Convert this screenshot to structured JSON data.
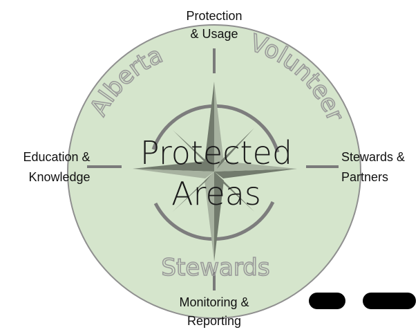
{
  "diagram": {
    "center": {
      "line1": "Protected",
      "line2": "Areas"
    },
    "ring_words": {
      "left": "Alberta",
      "right": "Volunteer",
      "bottom": "Stewards"
    },
    "points": {
      "north": {
        "line1": "Protection",
        "line2": "& Usage"
      },
      "west": {
        "line1": "Education &",
        "line2": "Knowledge"
      },
      "east": {
        "line1": "Stewards &",
        "line2": "Partners"
      },
      "south": {
        "line1": "Monitoring &",
        "line2": "Reporting"
      }
    },
    "colors": {
      "circle_fill": "#d5e5cc",
      "circle_stroke": "#8f8f8f",
      "compass_dark": "#727b6d",
      "compass_light": "#a7b2a0",
      "pill_fill": "#000000"
    }
  }
}
